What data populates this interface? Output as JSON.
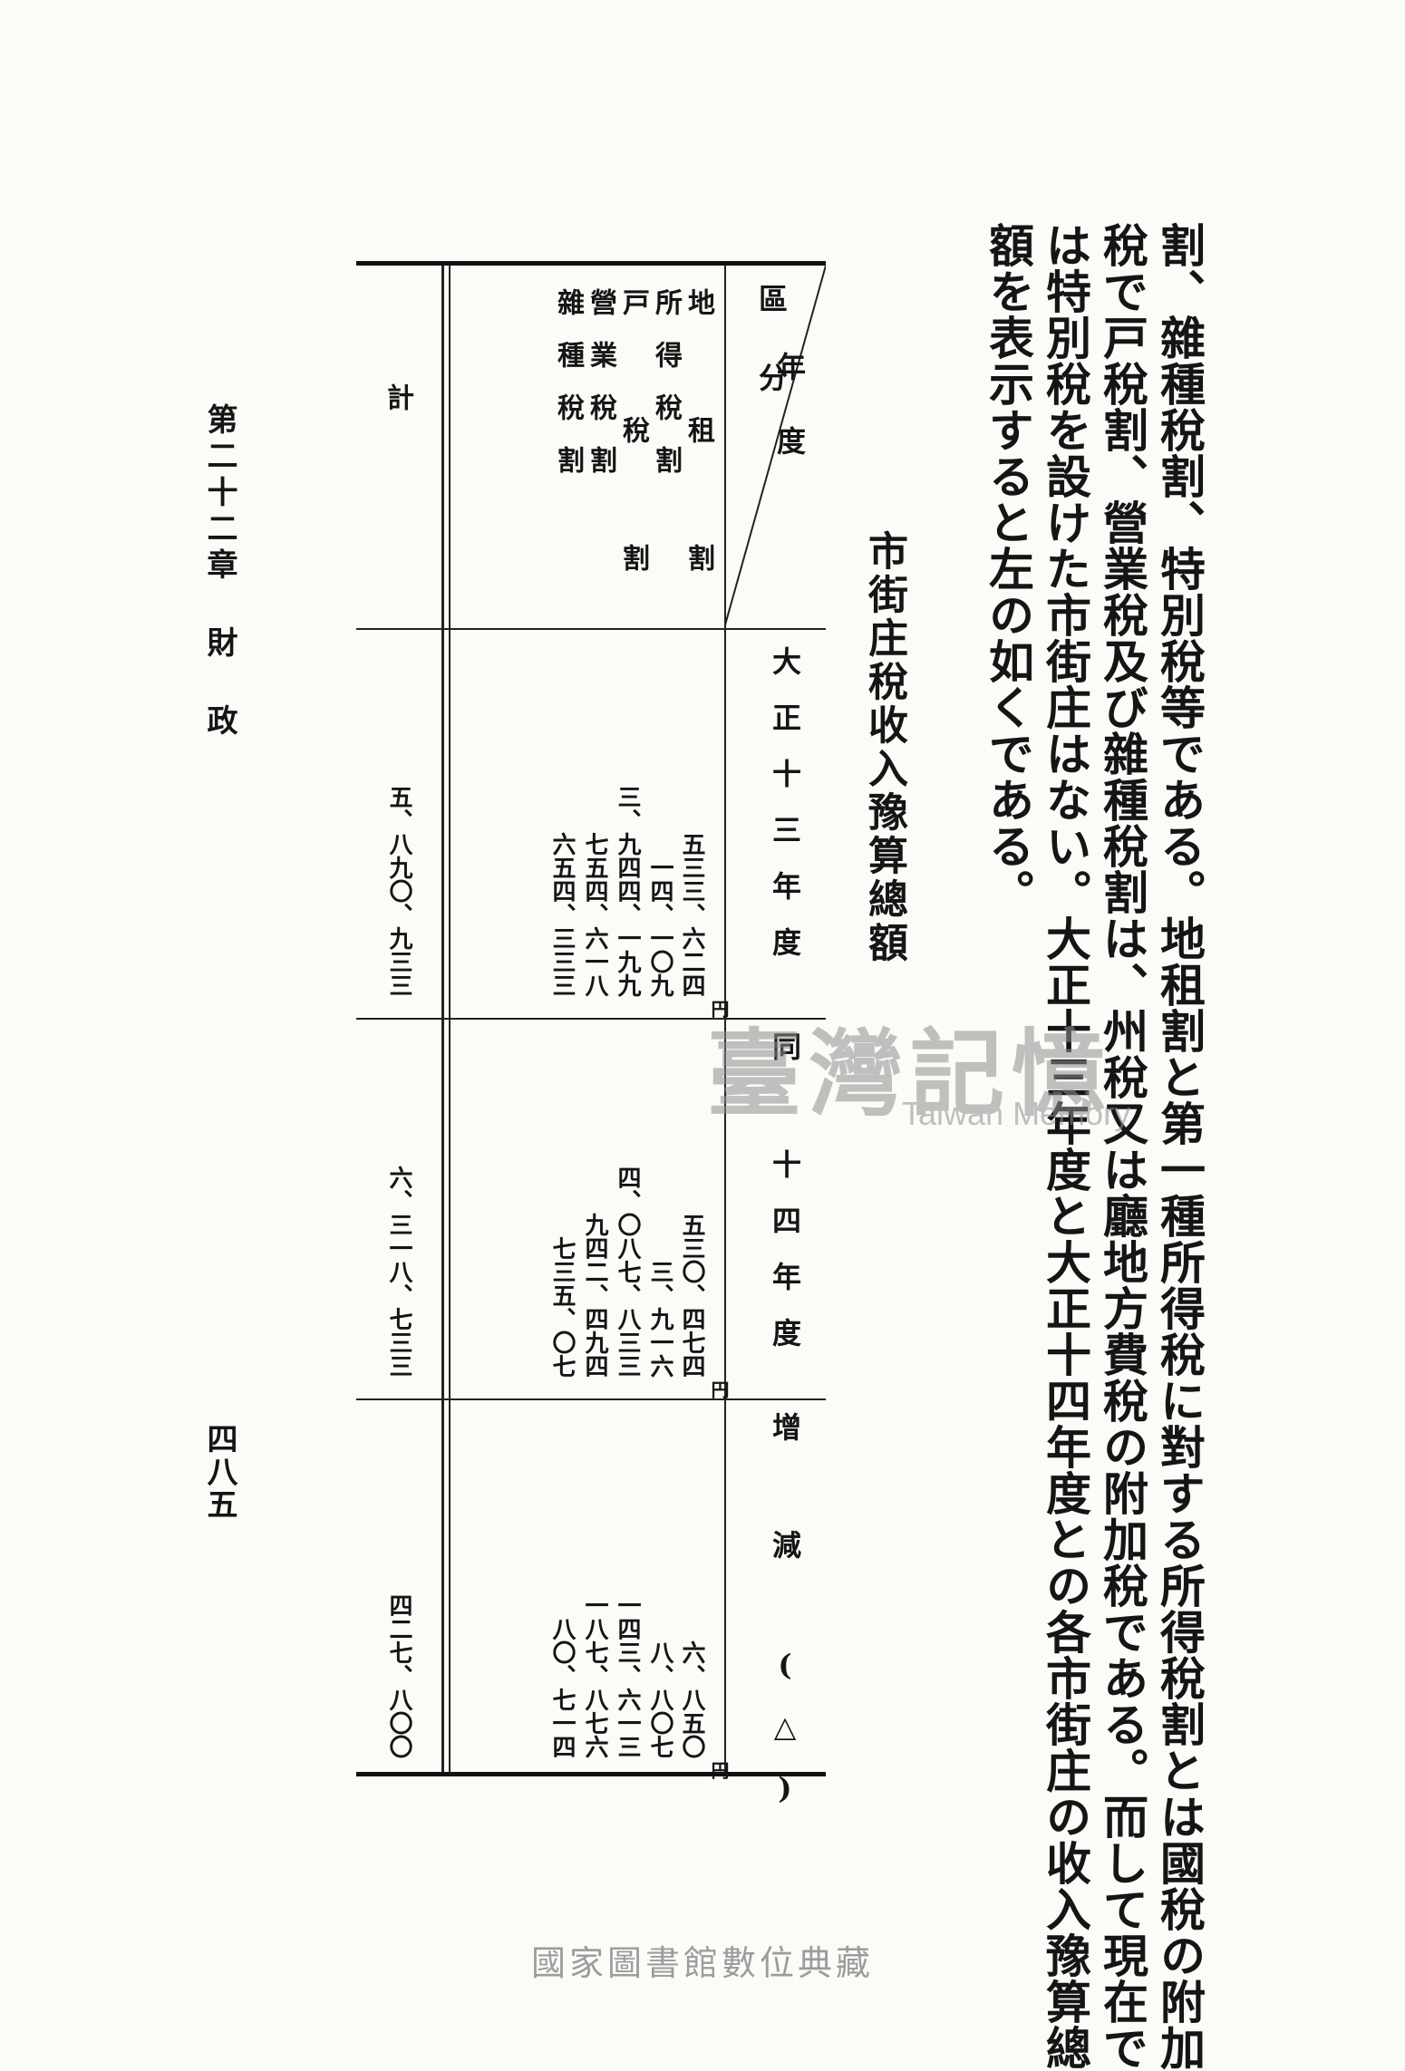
{
  "body_text": [
    "割、雜種稅割、特別稅等である。地租割と第一種所得稅に對する所得稅割とは國稅の附加",
    "稅で戸稅割、營業稅及び雜種稅割は、州稅又は廳地方費稅の附加稅である。而して現在で",
    "は特別稅を設けた市街庄はない。大正十三年度と大正十四年度との各市街庄の收入豫算總",
    "額を表示すると左の如くである。"
  ],
  "table_title": "市街庄稅收入豫算總額",
  "table": {
    "corner_top": "年度",
    "corner_bottom": "區分",
    "columns": [
      "大正十三年度",
      "同 十四年度",
      "增 減 (△)"
    ],
    "unit": "円",
    "rows": [
      {
        "label": "地 租 割",
        "values": [
          "五三三、六二四",
          "五三〇、四七四",
          "六、八五〇"
        ]
      },
      {
        "label": "所得稅割",
        "values": [
          "一四、一〇九",
          "三、九一六",
          "八、八〇七"
        ]
      },
      {
        "label": "戸 稅 割",
        "values": [
          "三、九四四、一九九",
          "四、〇八七、八三三",
          "一四三、六一三"
        ]
      },
      {
        "label": "營業稅割",
        "values": [
          "七五四、六一八",
          "九四二、四九四",
          "一八七、八七六"
        ]
      },
      {
        "label": "雜種稅割",
        "values": [
          "六五四、三三三",
          "七三五、〇七",
          "八〇、七一四"
        ]
      }
    ],
    "total_label": "計",
    "total_values": [
      "五、八九〇、九三三",
      "六、三一八、七三三",
      "四二七、八〇〇"
    ]
  },
  "margin": {
    "chapter": "第二十二章 財 政",
    "page_number": "四八五"
  },
  "watermark": {
    "title": "臺灣記憶",
    "subtitle": "Taiwan Memory"
  },
  "footer": "國家圖書館數位典藏"
}
